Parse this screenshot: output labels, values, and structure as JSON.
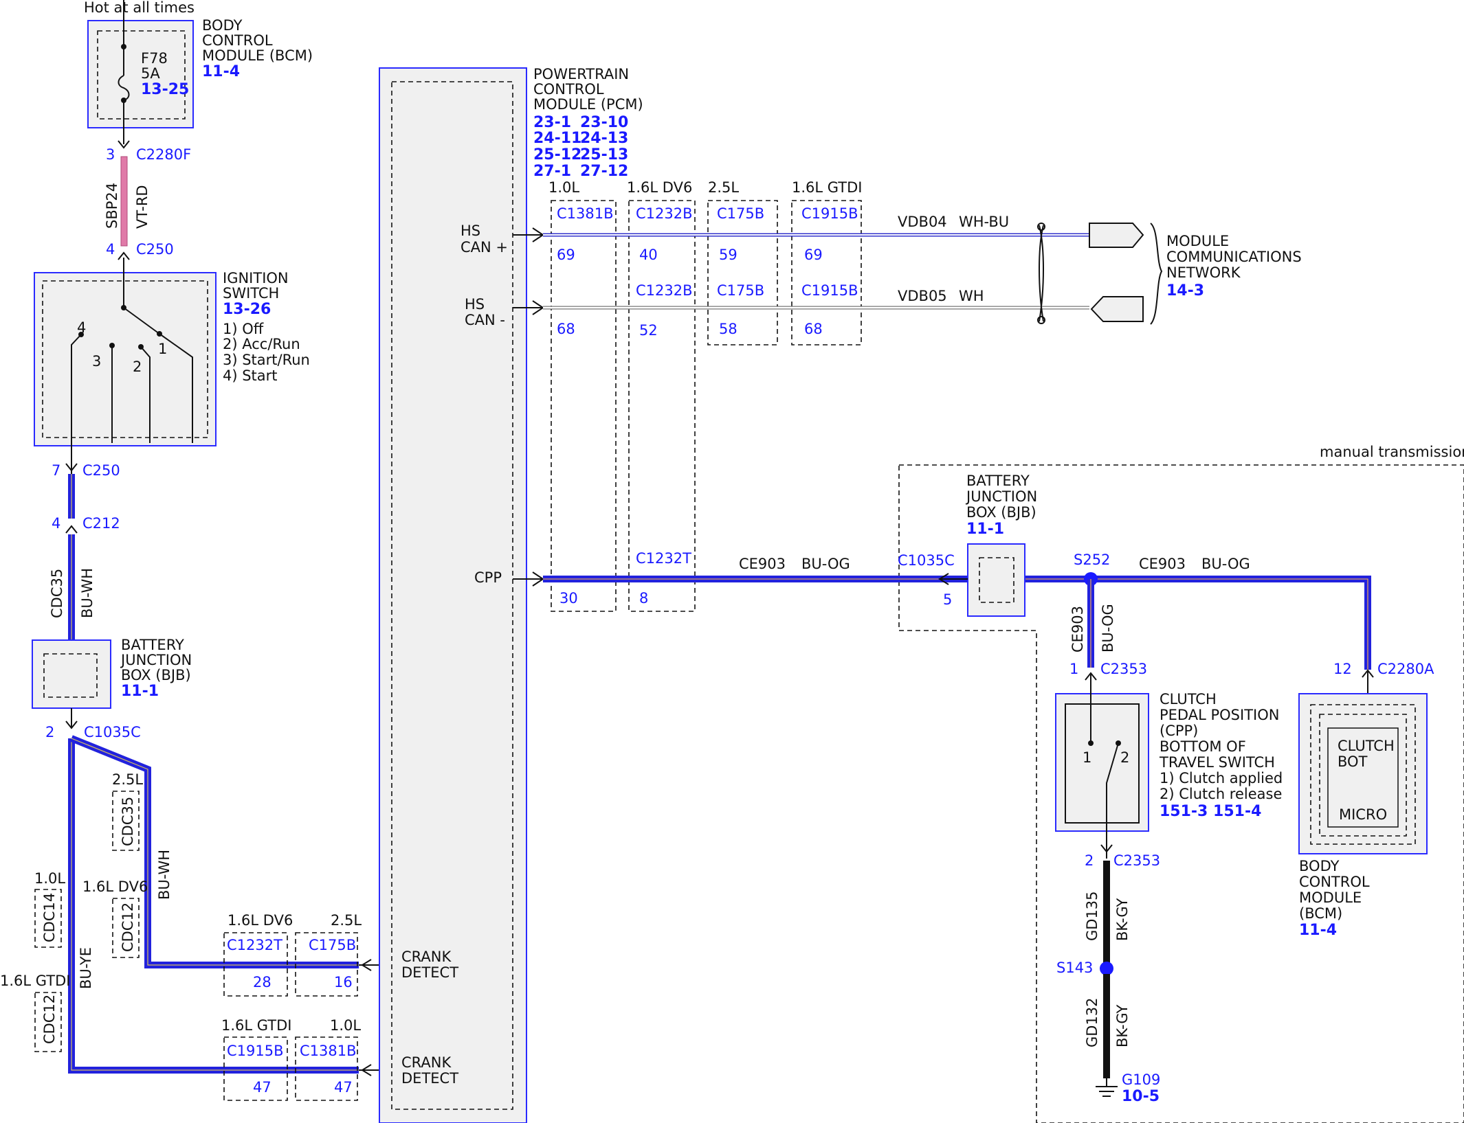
{
  "top_note": "Hot at all times",
  "bcm_top": {
    "title": [
      "BODY",
      "CONTROL",
      "MODULE (BCM)"
    ],
    "ref": "11-4",
    "fuse": "F78",
    "fuse_rating": "5A",
    "fuse_ref": "13-25"
  },
  "c2280f": {
    "pin": "3",
    "name": "C2280F"
  },
  "wire_sbp24": {
    "circuit": "SBP24",
    "color": "VT-RD"
  },
  "c250_top": {
    "pin": "4",
    "name": "C250"
  },
  "ignition": {
    "title": [
      "IGNITION",
      "SWITCH"
    ],
    "ref": "13-26",
    "positions": [
      "1) Off",
      "2) Acc/Run",
      "3) Start/Run",
      "4) Start"
    ],
    "term": [
      "4",
      "3",
      "2",
      "1"
    ]
  },
  "c250_bot": {
    "pin": "7",
    "name": "C250"
  },
  "c212": {
    "pin": "4",
    "name": "C212"
  },
  "wire_cdc35": {
    "circuit": "CDC35",
    "color": "BU-WH"
  },
  "bjb_left": {
    "title": [
      "BATTERY",
      "JUNCTION",
      "BOX (BJB)"
    ],
    "ref": "11-1"
  },
  "c1035c_left": {
    "pin": "2",
    "name": "C1035C"
  },
  "pcm": {
    "title": [
      "POWERTRAIN",
      "CONTROL",
      "MODULE (PCM)"
    ],
    "refs": [
      "23-1",
      "23-10",
      "24-11",
      "24-13",
      "25-12",
      "25-13",
      "27-1",
      "27-12"
    ],
    "hs_can_plus": [
      "HS",
      "CAN +"
    ],
    "hs_can_minus": [
      "HS",
      "CAN -"
    ],
    "cpp": "CPP",
    "crank": [
      "CRANK",
      "DETECT"
    ]
  },
  "engines": {
    "e10": "1.0L",
    "e16dv6": "1.6L DV6",
    "e25": "2.5L",
    "e16gtdi": "1.6L GTDI"
  },
  "pcm_conn": {
    "c1381b": "C1381B",
    "c1232b": "C1232B",
    "c175b": "C175B",
    "c1915b": "C1915B",
    "c1232t": "C1232T",
    "can_plus_pins": [
      "69",
      "40",
      "59",
      "69"
    ],
    "can_minus_pins": [
      "68",
      "52",
      "58",
      "68"
    ],
    "cpp_pins": [
      "30",
      "8"
    ]
  },
  "vdb04": {
    "circuit": "VDB04",
    "color": "WH-BU"
  },
  "vdb05": {
    "circuit": "VDB05",
    "color": "WH"
  },
  "network": {
    "title": [
      "MODULE",
      "COMMUNICATIONS",
      "NETWORK"
    ],
    "ref": "14-3"
  },
  "ce903": {
    "circuit": "CE903",
    "color": "BU-OG"
  },
  "bjb_right": {
    "title": [
      "BATTERY",
      "JUNCTION",
      "BOX (BJB)"
    ],
    "ref": "11-1",
    "conn": "C1035C",
    "pin": "5"
  },
  "manual_note": "manual transmission",
  "s252": "S252",
  "c2353_top": {
    "pin": "1",
    "name": "C2353"
  },
  "c2353_bot": {
    "pin": "2",
    "name": "C2353"
  },
  "c2280a": {
    "pin": "12",
    "name": "C2280A"
  },
  "cpp_switch": {
    "title": [
      "CLUTCH",
      "PEDAL POSITION",
      "(CPP)",
      "BOTTOM OF",
      "TRAVEL SWITCH"
    ],
    "positions": [
      "1) Clutch applied",
      "2) Clutch release"
    ],
    "refs": "151-3 151-4",
    "term": [
      "1",
      "2"
    ]
  },
  "bcm_right": {
    "title": [
      "BODY",
      "CONTROL",
      "MODULE",
      "(BCM)"
    ],
    "ref": "11-4",
    "inner": [
      "CLUTCH",
      "BOT",
      "MICRO"
    ]
  },
  "gd135": {
    "circuit": "GD135",
    "color": "BK-GY"
  },
  "s143": "S143",
  "gd132": {
    "circuit": "GD132",
    "color": "BK-GY"
  },
  "g109": {
    "name": "G109",
    "ref": "10-5"
  },
  "left_opts": {
    "e25": "2.5L",
    "cdc35": "CDC35",
    "e10": "1.0L",
    "cdc14": "CDC14",
    "e16dv6": "1.6L DV6",
    "cdc12a": "CDC12",
    "e16gtdi": "1.6L GTDI",
    "cdc12b": "CDC12",
    "bu_wh": "BU-WH",
    "bu_ye": "BU-YE"
  },
  "crank_conns": {
    "upper": {
      "e_a": "1.6L DV6",
      "e_b": "2.5L",
      "c_a": "C1232T",
      "c_b": "C175B",
      "p_a": "28",
      "p_b": "16"
    },
    "lower": {
      "e_a": "1.6L GTDI",
      "e_b": "1.0L",
      "c_a": "C1915B",
      "c_b": "C1381B",
      "p_a": "47",
      "p_b": "47"
    }
  }
}
